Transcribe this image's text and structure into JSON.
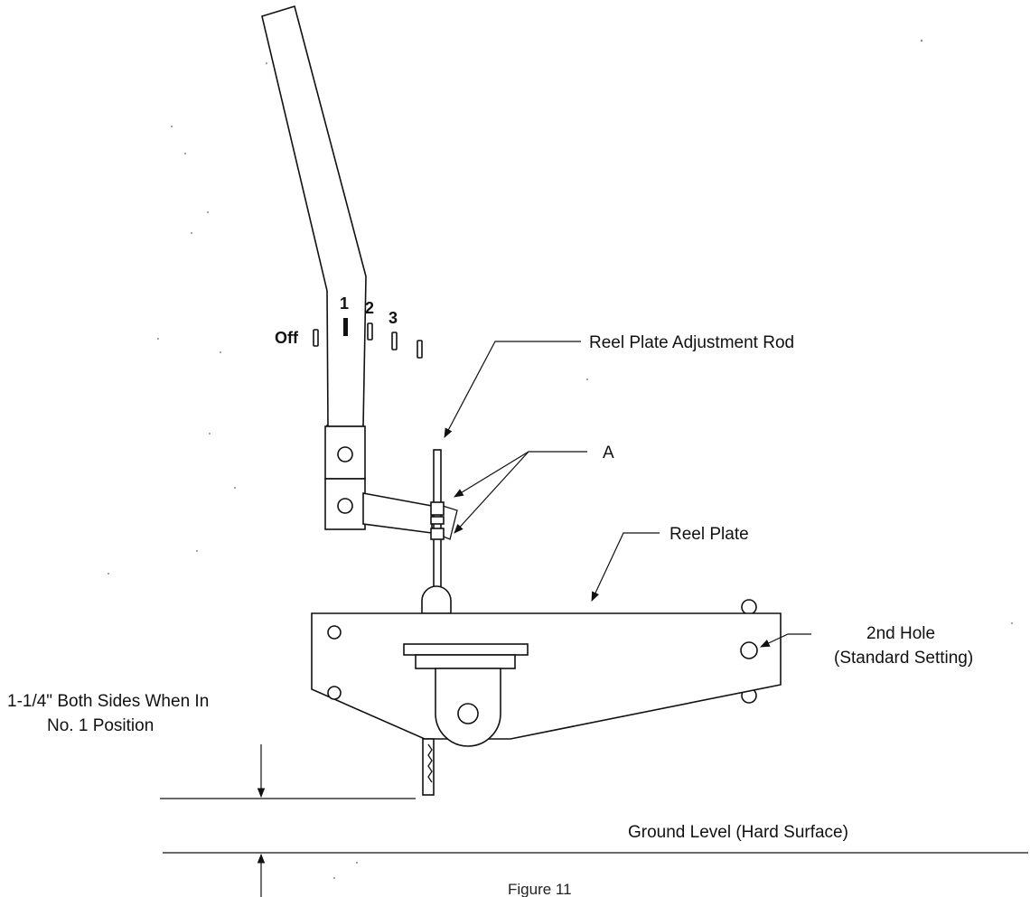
{
  "figure": {
    "caption": "Figure 11",
    "labels": {
      "adjustment_rod": "Reel Plate Adjustment Rod",
      "point_a": "A",
      "reel_plate": "Reel Plate",
      "hole_line1": "2nd Hole",
      "hole_line2": "(Standard Setting)",
      "clearance_line1": "1-1/4\" Both Sides When In",
      "clearance_line2": "No. 1 Position",
      "ground": "Ground Level (Hard Surface)"
    },
    "positions": {
      "off": "Off",
      "p1": "1",
      "p2": "2",
      "p3": "3"
    }
  }
}
